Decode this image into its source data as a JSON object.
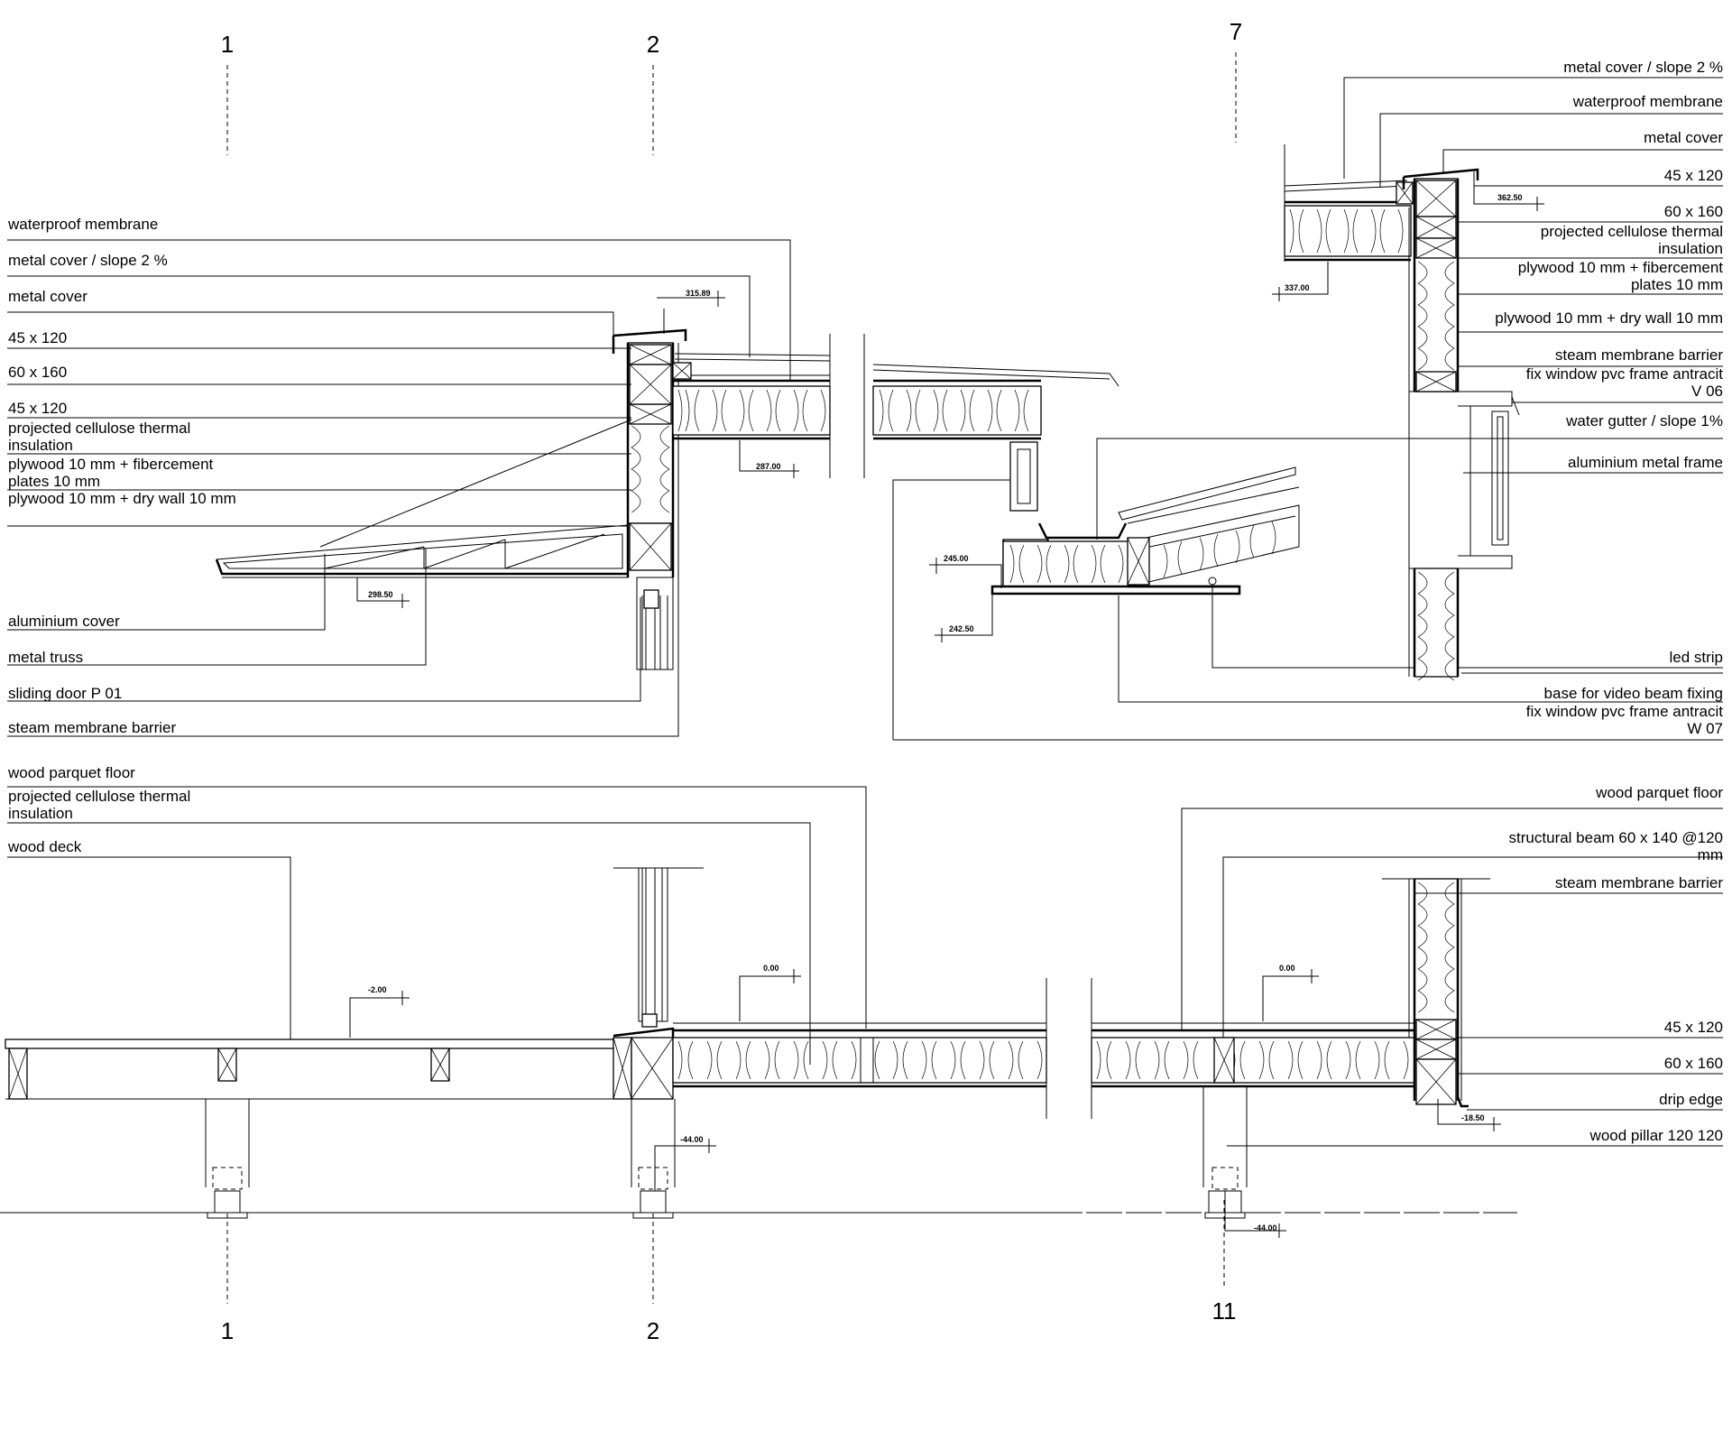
{
  "axes": {
    "top_1": "1",
    "top_2": "2",
    "top_7": "7",
    "bottom_1": "1",
    "bottom_2": "2",
    "bottom_11": "11"
  },
  "labels_left_upper": [
    [
      "waterproof membrane"
    ],
    [
      "metal cover / slope 2 %"
    ],
    [
      "metal cover"
    ],
    [
      "45 x 120"
    ],
    [
      "60 x 160"
    ],
    [
      "45 x 120"
    ],
    [
      "projected cellulose thermal",
      "insulation"
    ],
    [
      "plywood 10 mm + fibercement",
      "plates 10 mm"
    ],
    [
      "plywood 10 mm + dry wall 10 mm"
    ],
    [
      "aluminium cover"
    ],
    [
      "metal truss"
    ],
    [
      "sliding door P 01"
    ],
    [
      "steam membrane barrier"
    ]
  ],
  "labels_right_upper": [
    [
      "metal cover / slope 2 %"
    ],
    [
      "waterproof membrane"
    ],
    [
      "metal cover"
    ],
    [
      "45 x 120"
    ],
    [
      "60 x 160"
    ],
    [
      "projected cellulose thermal",
      "insulation"
    ],
    [
      "plywood 10 mm + fibercement",
      "plates 10 mm"
    ],
    [
      "plywood 10 mm + dry wall 10 mm"
    ],
    [
      "steam membrane barrier"
    ],
    [
      "fix window pvc frame antracit",
      "V 06"
    ],
    [
      "water gutter / slope 1%"
    ],
    [
      "aluminium metal frame"
    ],
    [
      "led strip"
    ],
    [
      "base for video beam fixing"
    ],
    [
      "fix window pvc frame antracit",
      "W 07"
    ]
  ],
  "labels_left_lower": [
    [
      "wood parquet floor"
    ],
    [
      "projected cellulose thermal",
      "insulation"
    ],
    [
      "wood deck"
    ]
  ],
  "labels_right_lower": [
    [
      "wood parquet floor"
    ],
    [
      "structural beam 60 x 140 @120",
      "mm"
    ],
    [
      "steam membrane barrier"
    ],
    [
      "45 x 120"
    ],
    [
      "60 x 160"
    ],
    [
      "drip edge"
    ],
    [
      "wood pillar 120 120"
    ]
  ],
  "dimensions": {
    "d1": "315.89",
    "d2": "287.00",
    "d3": "298.50",
    "d4": "362.50",
    "d5": "337.00",
    "d6": "245.00",
    "d7": "242.50",
    "d8": "-2.00",
    "d9": "0.00",
    "d10": "0.00",
    "d11": "-44.00",
    "d12": "-18.50",
    "d13": "-44.00"
  }
}
